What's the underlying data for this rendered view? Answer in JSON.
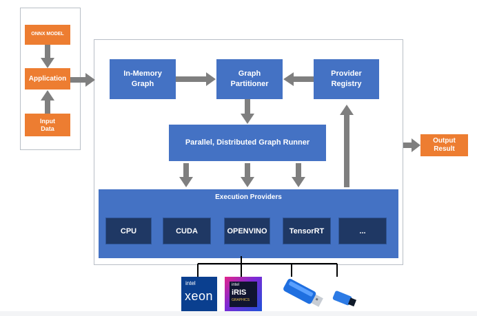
{
  "input_panel": {
    "onnx_model": "ONNX MODEL",
    "application": "Application",
    "input_data": "Input\nData"
  },
  "runtime": {
    "in_memory_graph": "In-Memory\nGraph",
    "graph_partitioner": "Graph\nPartitioner",
    "provider_registry": "Provider\nRegistry",
    "graph_runner": "Parallel, Distributed Graph Runner",
    "execution_providers": {
      "title": "Execution Providers",
      "items": [
        "CPU",
        "CUDA",
        "OPENVINO",
        "TensorRT",
        "..."
      ]
    }
  },
  "output": "Output\nResult",
  "hardware": {
    "xeon": {
      "brand": "intel",
      "name": "xeon"
    },
    "iris": {
      "brand": "intel",
      "name": "iRIS",
      "sub": "GRAPHICS"
    }
  },
  "colors": {
    "orange": "#ed7d31",
    "blue": "#4472c4",
    "dark_blue": "#1f3864",
    "arrow_gray": "#7f7f7f"
  }
}
